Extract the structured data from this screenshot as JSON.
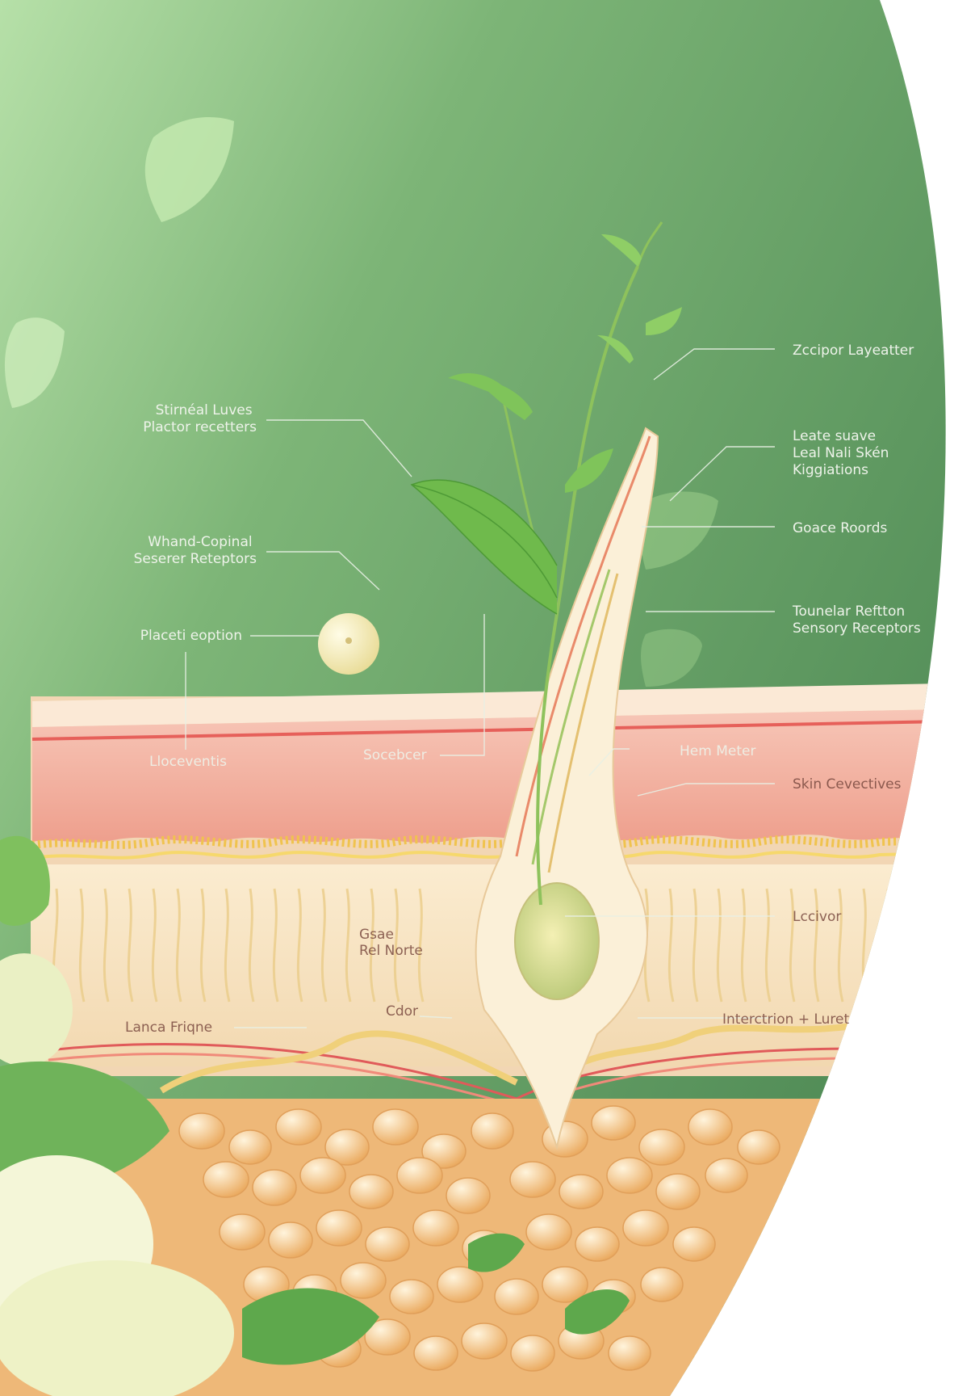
{
  "colors": {
    "background_green": "#5d9a60",
    "background_green_light": "#a8d8a0",
    "epidermis_pink": "#f1b3a2",
    "dermis_cream": "#f6e6c4",
    "fat_orange": "#f0b86f",
    "leaf_green": "#6fba4c"
  },
  "labels": {
    "right": [
      {
        "lines": [
          "Zccipor Layeatter"
        ]
      },
      {
        "lines": [
          "Leate suave",
          "Leal Nali Skén",
          "Kiggiations"
        ]
      },
      {
        "lines": [
          "Goace Roords"
        ]
      },
      {
        "lines": [
          "Tounelar Reftton",
          "Sensory Receptors"
        ]
      },
      {
        "lines": [
          "Skin Cevectives"
        ]
      },
      {
        "lines": [
          "Lccivor"
        ]
      },
      {
        "lines": [
          "Interctrion + Luret"
        ]
      }
    ],
    "left": [
      {
        "lines": [
          "Stirnéal Luves",
          "Plactor recetters"
        ]
      },
      {
        "lines": [
          "Whand-Copinal",
          "Seserer Reteptors"
        ]
      },
      {
        "lines": [
          "Placeti eoption"
        ]
      }
    ],
    "inline": [
      {
        "lines": [
          "Lloceventis"
        ]
      },
      {
        "lines": [
          "Socebcer"
        ]
      },
      {
        "lines": [
          "Hem Meter"
        ]
      },
      {
        "lines": [
          "Gsae",
          "Rel Norte"
        ]
      },
      {
        "lines": [
          "Cdor"
        ]
      },
      {
        "lines": [
          "Lanca Friqne"
        ]
      }
    ]
  }
}
